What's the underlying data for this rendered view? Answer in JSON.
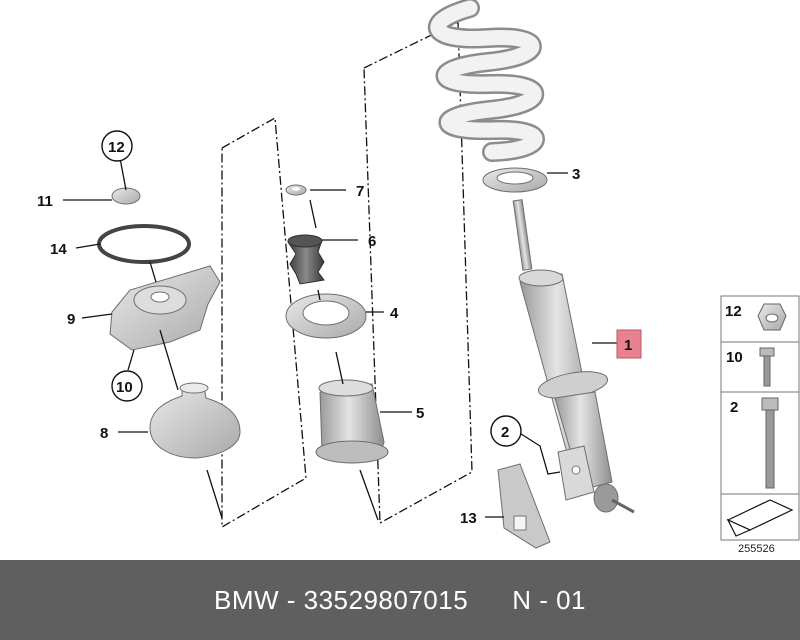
{
  "callouts": {
    "c1": "1",
    "c2": "2",
    "c3": "3",
    "c4": "4",
    "c5": "5",
    "c6": "6",
    "c7": "7",
    "c8": "8",
    "c9": "9",
    "c10": "10",
    "c11": "11",
    "c12": "12",
    "c13": "13",
    "c14": "14"
  },
  "legend": {
    "i12": "12",
    "i10": "10",
    "i2": "2"
  },
  "diagram_ref": "255526",
  "footer": {
    "part": "BMW - 33529807015",
    "page": "N - 01"
  },
  "colors": {
    "highlight": "#e8828f",
    "footer_bg": "#5f5f5f",
    "part_gray": "#cdcdcd"
  }
}
